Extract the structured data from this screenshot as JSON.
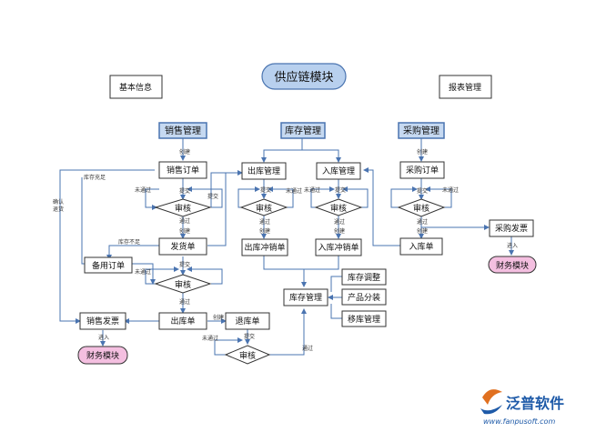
{
  "title": "供应链模块",
  "sections": {
    "basic_info": "基本信息",
    "report_mgmt": "报表管理",
    "sales_mgmt": "销售管理",
    "inventory_mgmt": "库存管理",
    "purchase_mgmt": "采购管理"
  },
  "nodes": {
    "sales_order": "销售订单",
    "review": "审核",
    "ship_order": "发货单",
    "backup_order": "备用订单",
    "outbound_order": "出库单",
    "sales_invoice": "销售发票",
    "finance_module": "财务模块",
    "return_order": "退库单",
    "outbound_mgmt": "出库管理",
    "inbound_mgmt": "入库管理",
    "outbound_offset": "出库冲销单",
    "inbound_offset": "入库冲销单",
    "inventory_center": "库存管理",
    "inventory_adjust": "库存调整",
    "product_split": "产品分装",
    "transfer_mgmt": "移库管理",
    "purchase_order": "采购订单",
    "inbound_order": "入库单",
    "purchase_invoice": "采购发票"
  },
  "edge_labels": {
    "create": "创建",
    "submit": "提交",
    "not_passed": "未通过",
    "passed": "通过",
    "insufficient_stock": "库存不足",
    "enter": "进入",
    "stock_sufficient": "库存充足",
    "confirm_return": "确认\n退货"
  },
  "brand": {
    "name": "泛普软件",
    "url": "www.fanpusoft.com"
  },
  "colors": {
    "header_fill": "#c6d9f1",
    "title_fill": "#b8d0ee",
    "finance_fill": "#f4bfe0",
    "arrow": "#4a74b0",
    "brand_blue": "#1e5aa8",
    "brand_accent": "#e07020"
  }
}
